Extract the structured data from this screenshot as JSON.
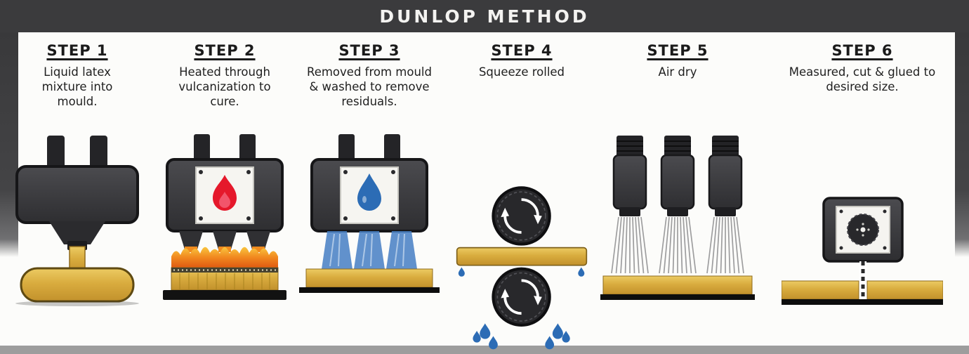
{
  "header": {
    "title": "DUNLOP METHOD"
  },
  "steps": [
    {
      "label": "STEP 1",
      "description": "Liquid latex mixture into mould.",
      "icon": "mould-press-icon"
    },
    {
      "label": "STEP 2",
      "description": "Heated through vulcanization to cure.",
      "icon": "flame-icon"
    },
    {
      "label": "STEP 3",
      "description": "Removed from mould & washed to remove residuals.",
      "icon": "water-droplet-icon"
    },
    {
      "label": "STEP 4",
      "description": "Squeeze rolled",
      "icon": "rotation-arrows-icon"
    },
    {
      "label": "STEP 5",
      "description": "Air dry",
      "icon": "air-dryer-icon"
    },
    {
      "label": "STEP 6",
      "description": "Measured, cut & glued to desired size.",
      "icon": "saw-blade-icon"
    }
  ],
  "colors": {
    "header_bar": "#3b3b3d",
    "machine_dark": "#38383b",
    "latex_gold": "#d9ac3e",
    "flame_red": "#e5182b",
    "fire_orange": "#f08a1d",
    "water_blue": "#2c6cb5",
    "footer_bar": "#9d9d9d"
  }
}
